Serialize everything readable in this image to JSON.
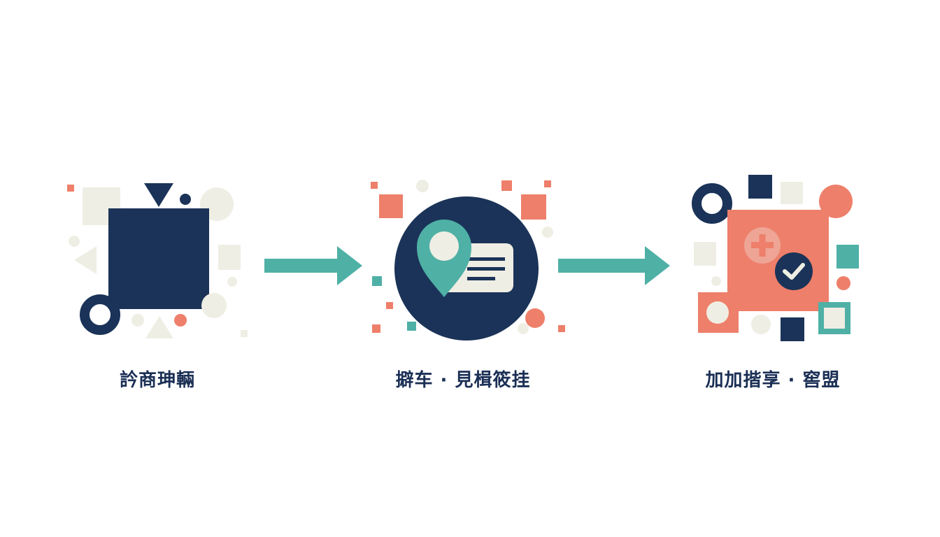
{
  "colors": {
    "navy": "#1b3358",
    "teal": "#4fb0a6",
    "coral": "#ee7f6a",
    "cream": "#efeee4",
    "background": "#ffffff"
  },
  "steps": [
    {
      "label": "訡商珅輛",
      "icon": "navy-square-with-shapes"
    },
    {
      "label": "擗车 · 見楫筱挂",
      "icon": "location-pin-card-icon"
    },
    {
      "label": "加加揩享 · 窖盟",
      "icon": "plus-check-icon"
    }
  ],
  "connectors": [
    "arrow-right-icon",
    "arrow-right-icon"
  ]
}
